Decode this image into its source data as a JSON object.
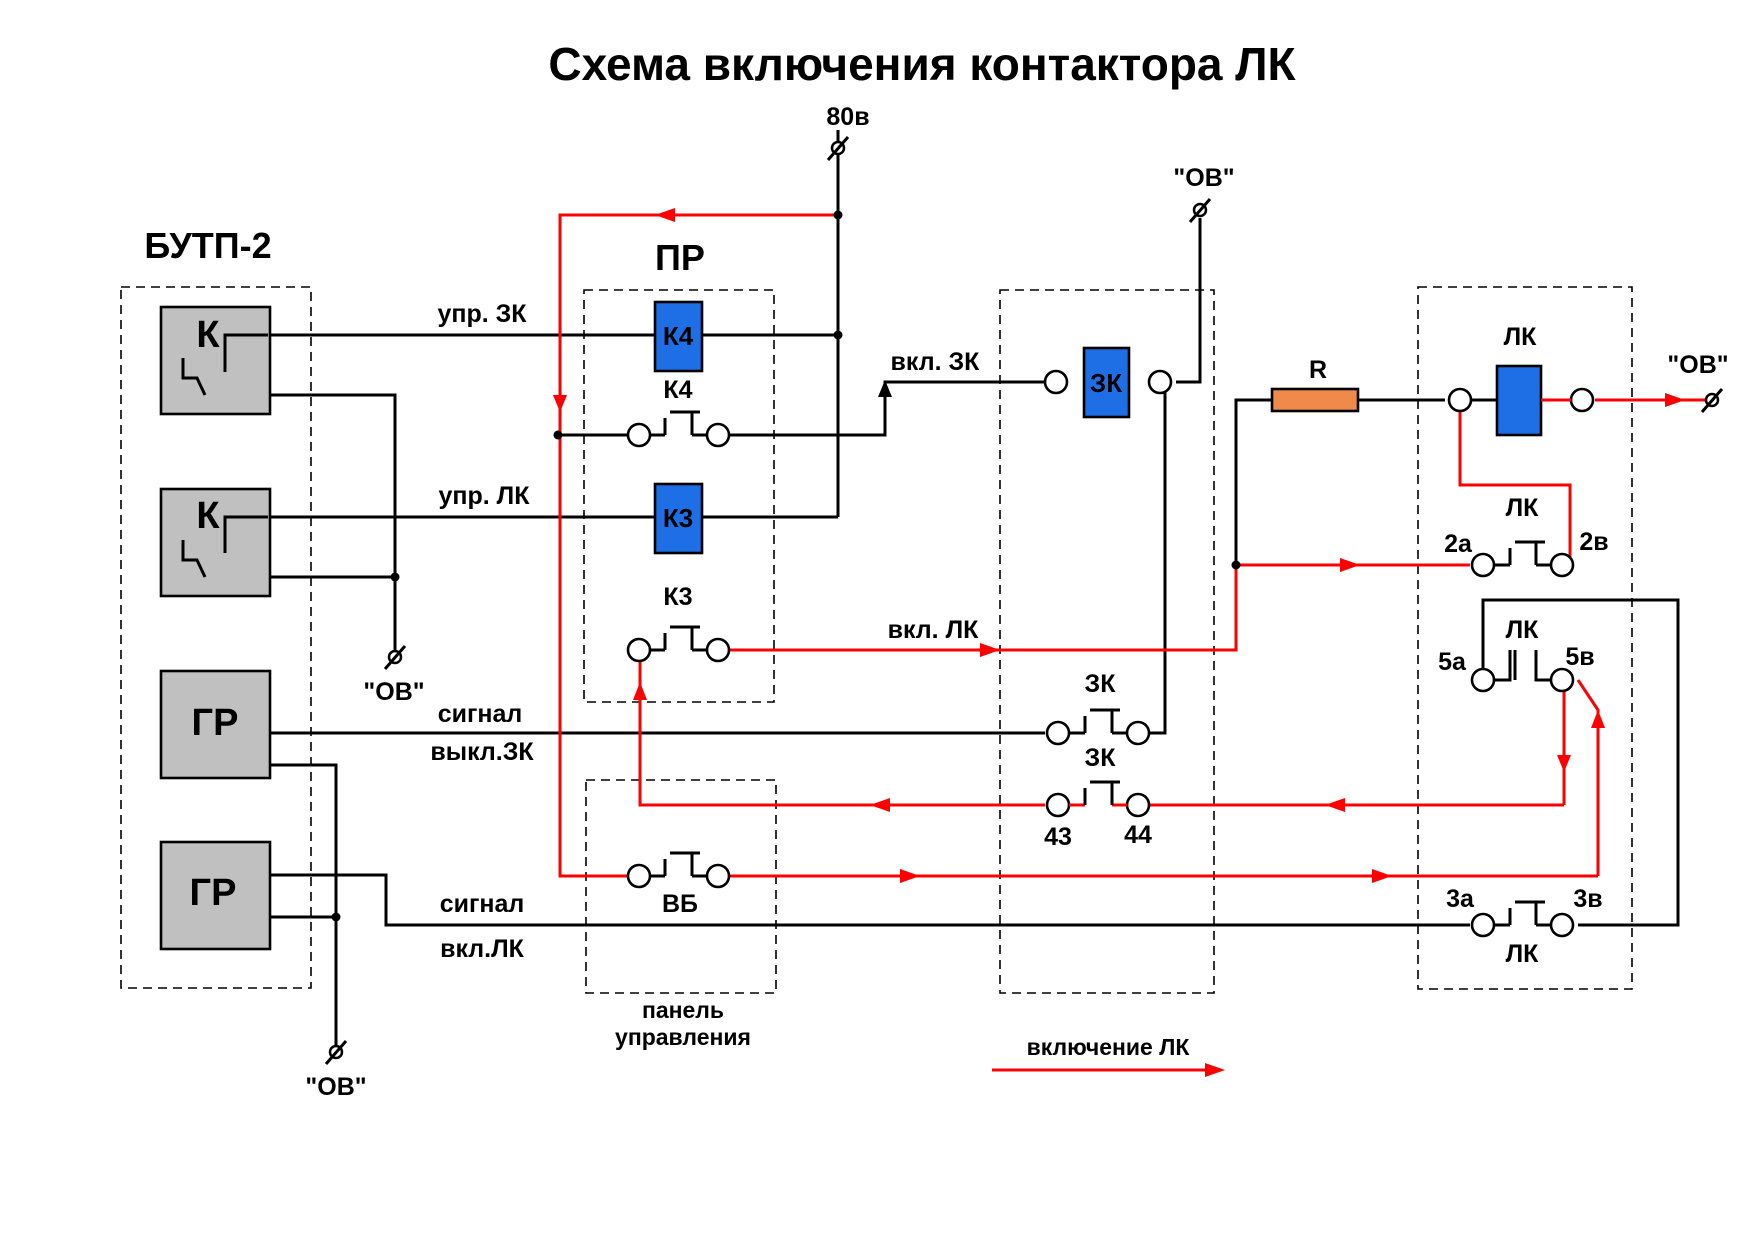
{
  "title": "Схема включения контактора ЛК",
  "colors": {
    "wire": "#000000",
    "active_wire": "#ff0000",
    "coil": "#1e6fe6",
    "resistor": "#f08a4b",
    "block": "#c0c0c0"
  },
  "supply": {
    "v80": "80в",
    "ov": "\"ОВ\""
  },
  "blocks": {
    "butp": "БУТП-2",
    "pr": "ПР",
    "panel_line1": "панель",
    "panel_line2": "управления"
  },
  "devices": {
    "k": "К",
    "gr": "ГР"
  },
  "coils": {
    "k4": "К4",
    "k3": "К3",
    "zk": "ЗК",
    "lk": "ЛК"
  },
  "contacts": {
    "k4": "К4",
    "k3": "К3",
    "vb": "ВБ",
    "zk": "ЗК",
    "lk": "ЛК",
    "zk_43": "43",
    "zk_44": "44",
    "lk_2a": "2а",
    "lk_2v": "2в",
    "lk_5a": "5а",
    "lk_5v": "5в",
    "lk_3a": "3а",
    "lk_3v": "3в"
  },
  "resistor": "R",
  "wires": {
    "upr_zk": "упр. ЗК",
    "upr_lk": "упр. ЛК",
    "vkl_zk": "вкл. ЗК",
    "vkl_lk": "вкл. ЛК",
    "sig_off_1": "сигнал",
    "sig_off_2": "выкл.ЗК",
    "sig_on_1": "сигнал",
    "sig_on_2": "вкл.ЛК"
  },
  "legend": "включение ЛК"
}
